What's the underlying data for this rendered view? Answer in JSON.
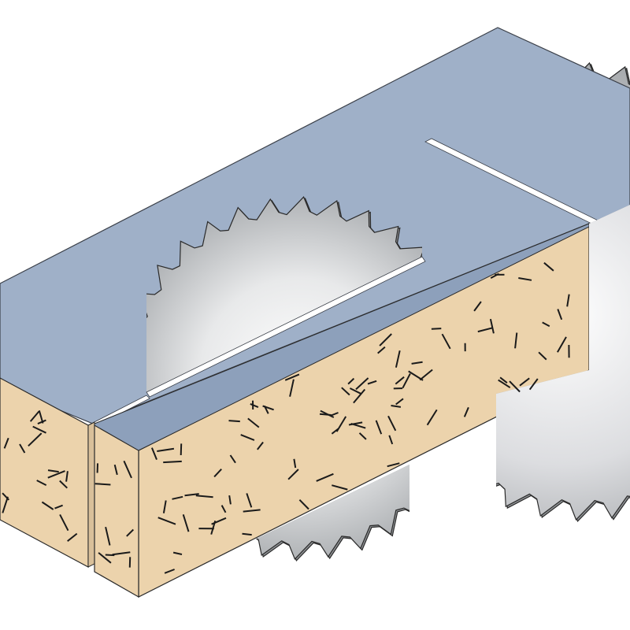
{
  "diagram": {
    "subject": "panel-cutting-with-scoring-saw",
    "colors": {
      "background": "#ffffff",
      "surface_top": "#9fb0c8",
      "surface_edge": "#8da0bb",
      "panel_core": "#ecd3ac",
      "panel_fiber": "#1a1a1a",
      "blade_light": "#ffffff",
      "blade_dark": "#a8abae",
      "outline": "#2a2a2a"
    },
    "parts": [
      {
        "name": "coated-top-surface"
      },
      {
        "name": "chipboard-core"
      },
      {
        "name": "main-saw-blade"
      },
      {
        "name": "scoring-saw-blade"
      }
    ]
  }
}
